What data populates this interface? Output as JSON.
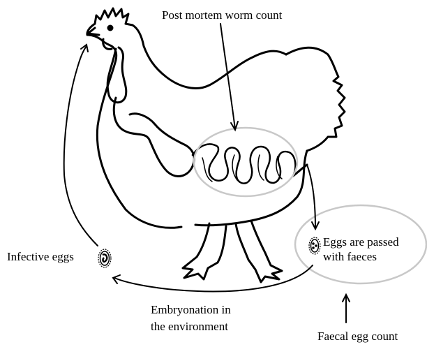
{
  "labels": {
    "post_mortem": "Post mortem worm count",
    "infective_eggs": "Infective eggs",
    "eggs_passed_line1": "Eggs are passed",
    "eggs_passed_line2": "with faeces",
    "embryonation_line1": "Embryonation in",
    "embryonation_line2": "the environment",
    "faecal_egg_count": "Faecal egg count"
  },
  "colors": {
    "stroke": "#000000",
    "ellipse": "#c8c8c8",
    "background": "#ffffff"
  }
}
